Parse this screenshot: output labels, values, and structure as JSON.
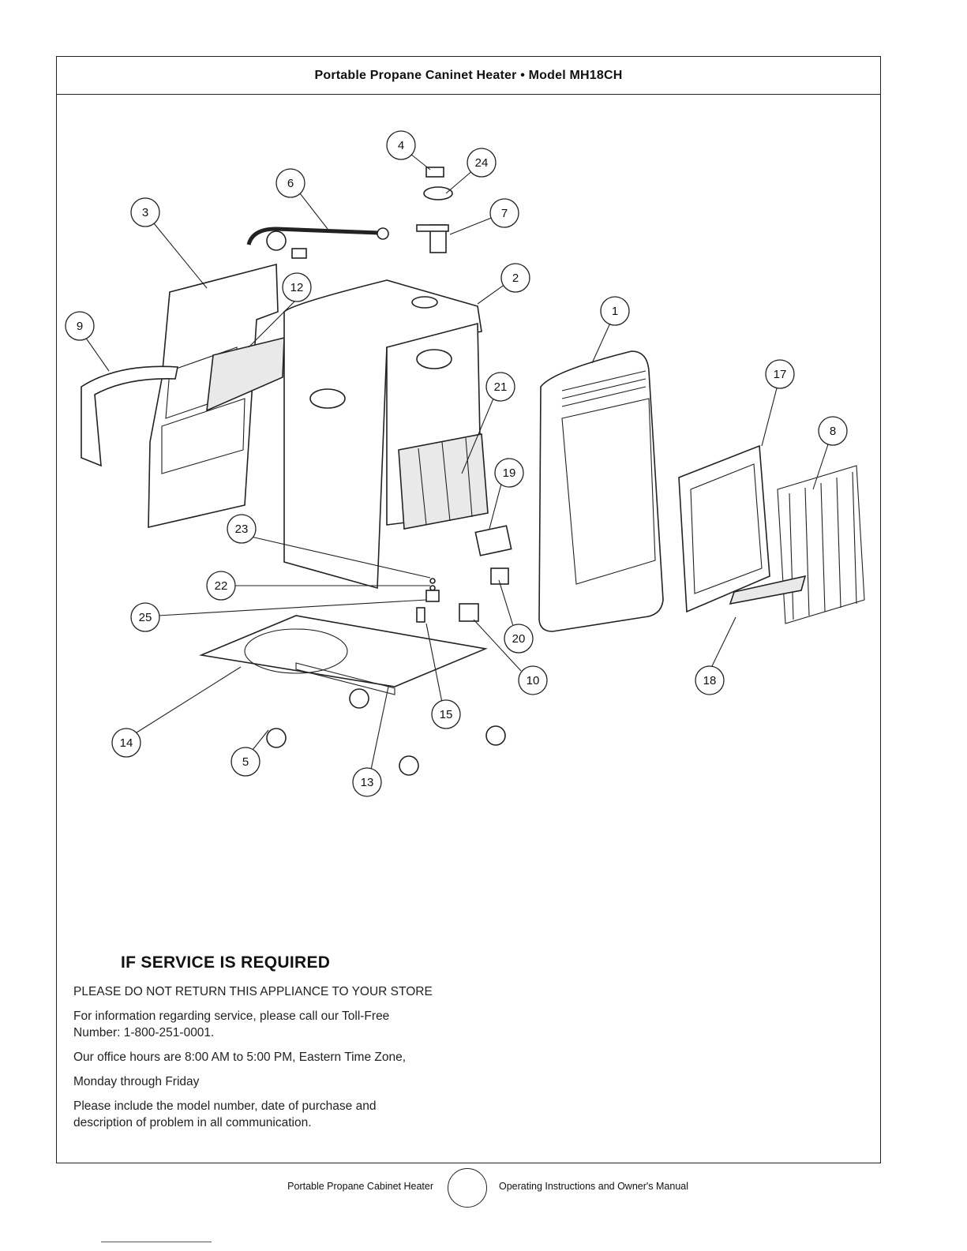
{
  "header": {
    "title": "Portable Propane Caninet Heater • Model MH18CH"
  },
  "callouts": [
    "1",
    "2",
    "3",
    "4",
    "5",
    "6",
    "7",
    "8",
    "9",
    "10",
    "12",
    "13",
    "14",
    "15",
    "17",
    "18",
    "19",
    "20",
    "21",
    "22",
    "23",
    "24",
    "25"
  ],
  "service": {
    "heading": "IF SERVICE IS REQUIRED",
    "line1": "PLEASE DO NOT RETURN THIS APPLIANCE TO YOUR STORE",
    "line2": "For information regarding service, please call our Toll-Free Number: 1-800-251-0001.",
    "line3": "Our office hours are 8:00 AM to 5:00 PM, Eastern Time Zone,",
    "line4": "Monday through Friday",
    "line5": "Please include the model number, date of purchase and description of problem in all communication."
  },
  "footer": {
    "left": "Portable Propane Cabinet Heater",
    "right": "Operating Instructions and Owner's Manual"
  }
}
